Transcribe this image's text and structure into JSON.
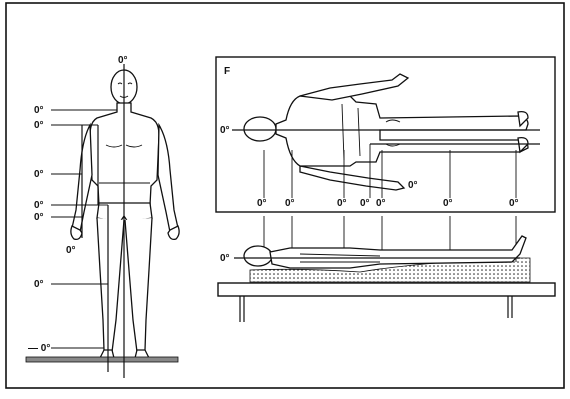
{
  "figure": {
    "panel_letter": "F",
    "degree_label": "0°",
    "foot_label": "— 0°",
    "labels_count_note": ""
  }
}
